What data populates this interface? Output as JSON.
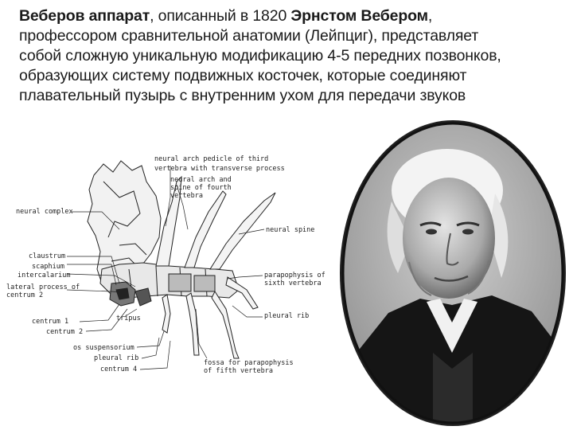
{
  "description": {
    "line1_bold": "Веберов аппарат",
    "line1_rest": ", описанный в 1820 ",
    "line1_bold2": "Эрнстом Вебером",
    "line1_end": ",",
    "line2": "профессором сравнительной анатомии (Лейпциг), представляет",
    "line3": "собой сложную уникальную модификацию 4-5 передних позвонков,",
    "line4": "образующих систему подвижных косточек, которые соединяют",
    "line5": "плавательный пузырь с внутренним ухом для передачи звуков"
  },
  "diagram": {
    "labels": {
      "neural_arch_third": "neural arch pedicle of third",
      "vertebra_transverse": "vertebra with transverse process",
      "neural_arch_spine": "neural arch and",
      "spine_of_fourth": "spine of fourth",
      "vertebra": "vertebra",
      "neural_complex": "neural complex",
      "neural_spine": "neural spine",
      "claustrum": "claustrum",
      "scaphium": "scaphium",
      "intercalarium": "intercalarium",
      "lateral_process": "lateral process of",
      "centrum_2_a": "centrum 2",
      "parapophysis": "parapophysis of",
      "sixth_vertebra": "sixth vertebra",
      "pleural_rib_right": "pleural rib",
      "centrum_1": "centrum 1",
      "centrum_2": "centrum 2",
      "tripus": "tripus",
      "os_suspensorium": "os suspensorium",
      "pleural_rib": "pleural rib",
      "centrum_4": "centrum 4",
      "fossa_parapophysis": "fossa for parapophysis",
      "fifth_vertebra": "of fifth vertebra"
    }
  },
  "portrait": {
    "icon": "ernst-weber-portrait"
  }
}
